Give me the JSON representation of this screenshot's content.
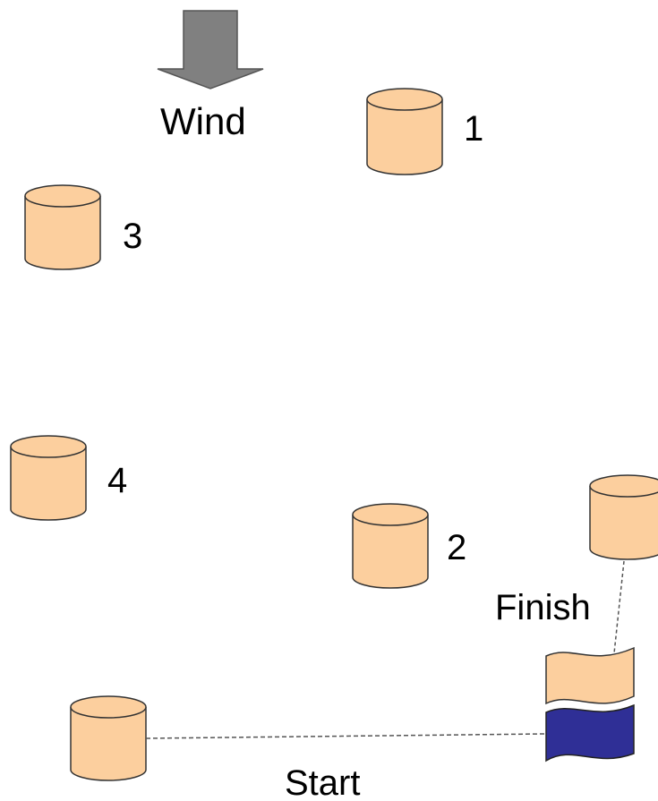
{
  "diagram": {
    "wind_label": "Wind",
    "marks": [
      {
        "id": "mark-1",
        "label": "1"
      },
      {
        "id": "mark-2",
        "label": "2"
      },
      {
        "id": "mark-3",
        "label": "3"
      },
      {
        "id": "mark-4",
        "label": "4"
      }
    ],
    "finish_label": "Finish",
    "start_label": "Start"
  },
  "colors": {
    "buoy_fill": "#FCCF9E",
    "buoy_stroke": "#333333",
    "wind_arrow_fill": "#808080",
    "flag_light": "#FCCF9E",
    "flag_dark": "#2F2F96",
    "line": "#555555"
  }
}
